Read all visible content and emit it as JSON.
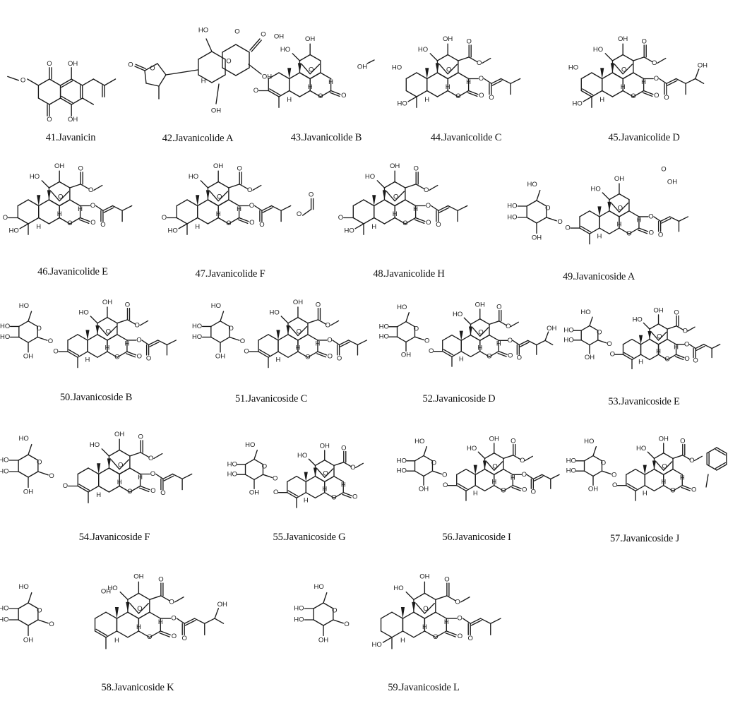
{
  "compounds": [
    {
      "label": "41.Javanicin"
    },
    {
      "label": "42.Javanicolide A"
    },
    {
      "label": "43.Javanicolide B"
    },
    {
      "label": "44.Javanicolide C"
    },
    {
      "label": "45.Javanicolide D"
    },
    {
      "label": "46.Javanicolide E"
    },
    {
      "label": "47.Javanicolide F"
    },
    {
      "label": "48.Javanicolide H"
    },
    {
      "label": "49.Javanicoside A"
    },
    {
      "label": "50.Javanicoside B"
    },
    {
      "label": "51.Javanicoside C"
    },
    {
      "label": "52.Javanicoside D"
    },
    {
      "label": "53.Javanicoside E"
    },
    {
      "label": "54.Javanicoside F"
    },
    {
      "label": "55.Javanicoside G"
    },
    {
      "label": "56.Javanicoside I"
    },
    {
      "label": "57.Javanicoside J"
    },
    {
      "label": "58.Javanicoside K"
    },
    {
      "label": "59.Javanicoside L"
    }
  ],
  "atom_labels": {
    "oh": "OH",
    "ho": "HO",
    "o": "O",
    "h": "H"
  }
}
